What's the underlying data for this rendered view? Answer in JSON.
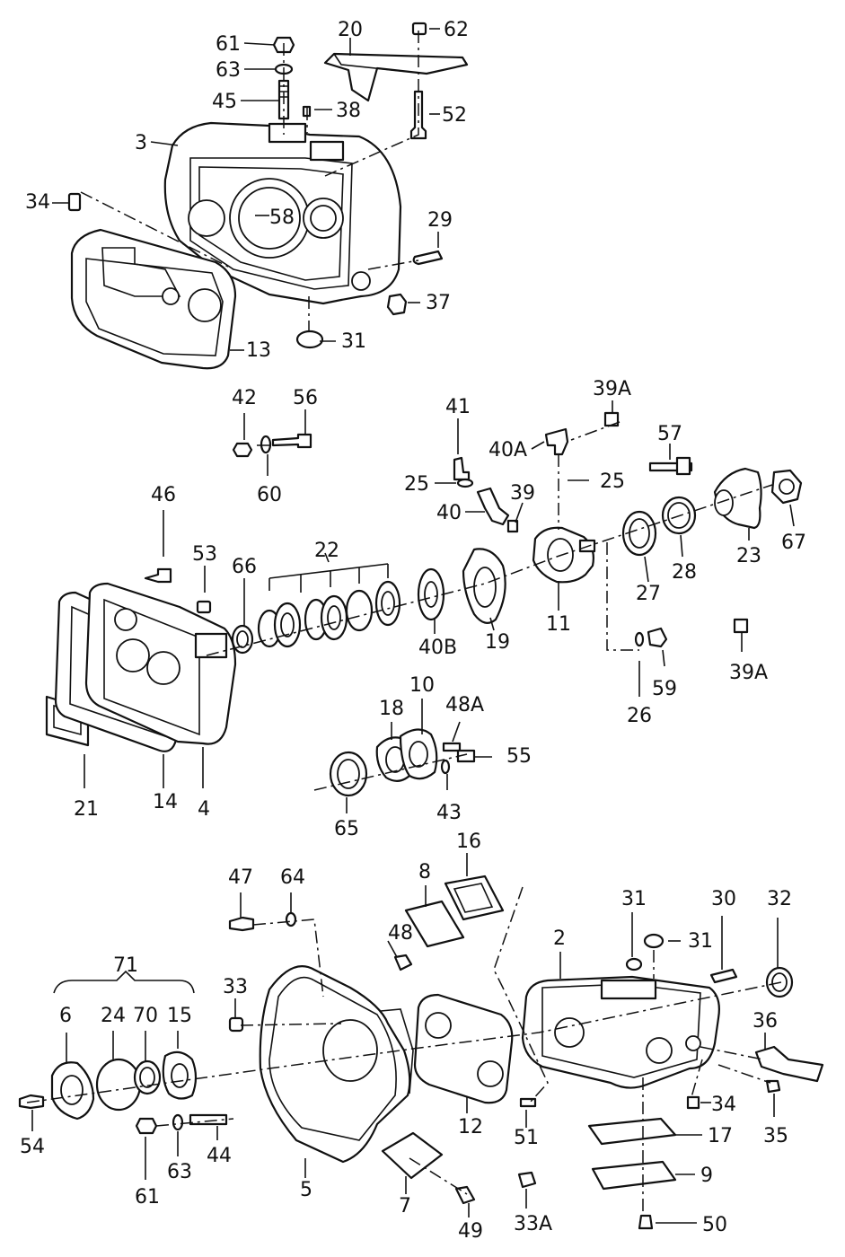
{
  "labels": {
    "l61a": "61",
    "l20": "20",
    "l62": "62",
    "l63a": "63",
    "l45": "45",
    "l38": "38",
    "l52": "52",
    "l3": "3",
    "l34a": "34",
    "l58": "58",
    "l29": "29",
    "l37": "37",
    "l31a": "31",
    "l13": "13",
    "l42": "42",
    "l56": "56",
    "l60": "60",
    "l41": "41",
    "l39Aa": "39A",
    "l40A": "40A",
    "l57": "57",
    "l25a": "25",
    "l25b": "25",
    "l39": "39",
    "l40": "40",
    "l46": "46",
    "l53": "53",
    "l66": "66",
    "l22": "22",
    "l23": "23",
    "l67": "67",
    "l27": "27",
    "l28": "28",
    "l11": "11",
    "l40B": "40B",
    "l19": "19",
    "l59": "59",
    "l26": "26",
    "l39Ab": "39A",
    "l10": "10",
    "l18": "18",
    "l48A": "48A",
    "l55": "55",
    "l43": "43",
    "l65": "65",
    "l21": "21",
    "l14": "14",
    "l4": "4",
    "l16": "16",
    "l8": "8",
    "l47": "47",
    "l64": "64",
    "l31b": "31",
    "l30": "30",
    "l32": "32",
    "l31c": "31",
    "l2": "2",
    "l48": "48",
    "l71": "71",
    "l33": "33",
    "l36": "36",
    "l6": "6",
    "l24": "24",
    "l70": "70",
    "l15": "15",
    "l34b": "34",
    "l35": "35",
    "l12": "12",
    "l51": "51",
    "l17": "17",
    "l54": "54",
    "l61b": "61",
    "l63b": "63",
    "l44": "44",
    "l5": "5",
    "l7": "7",
    "l9": "9",
    "l33A": "33A",
    "l49": "49",
    "l50": "50"
  }
}
